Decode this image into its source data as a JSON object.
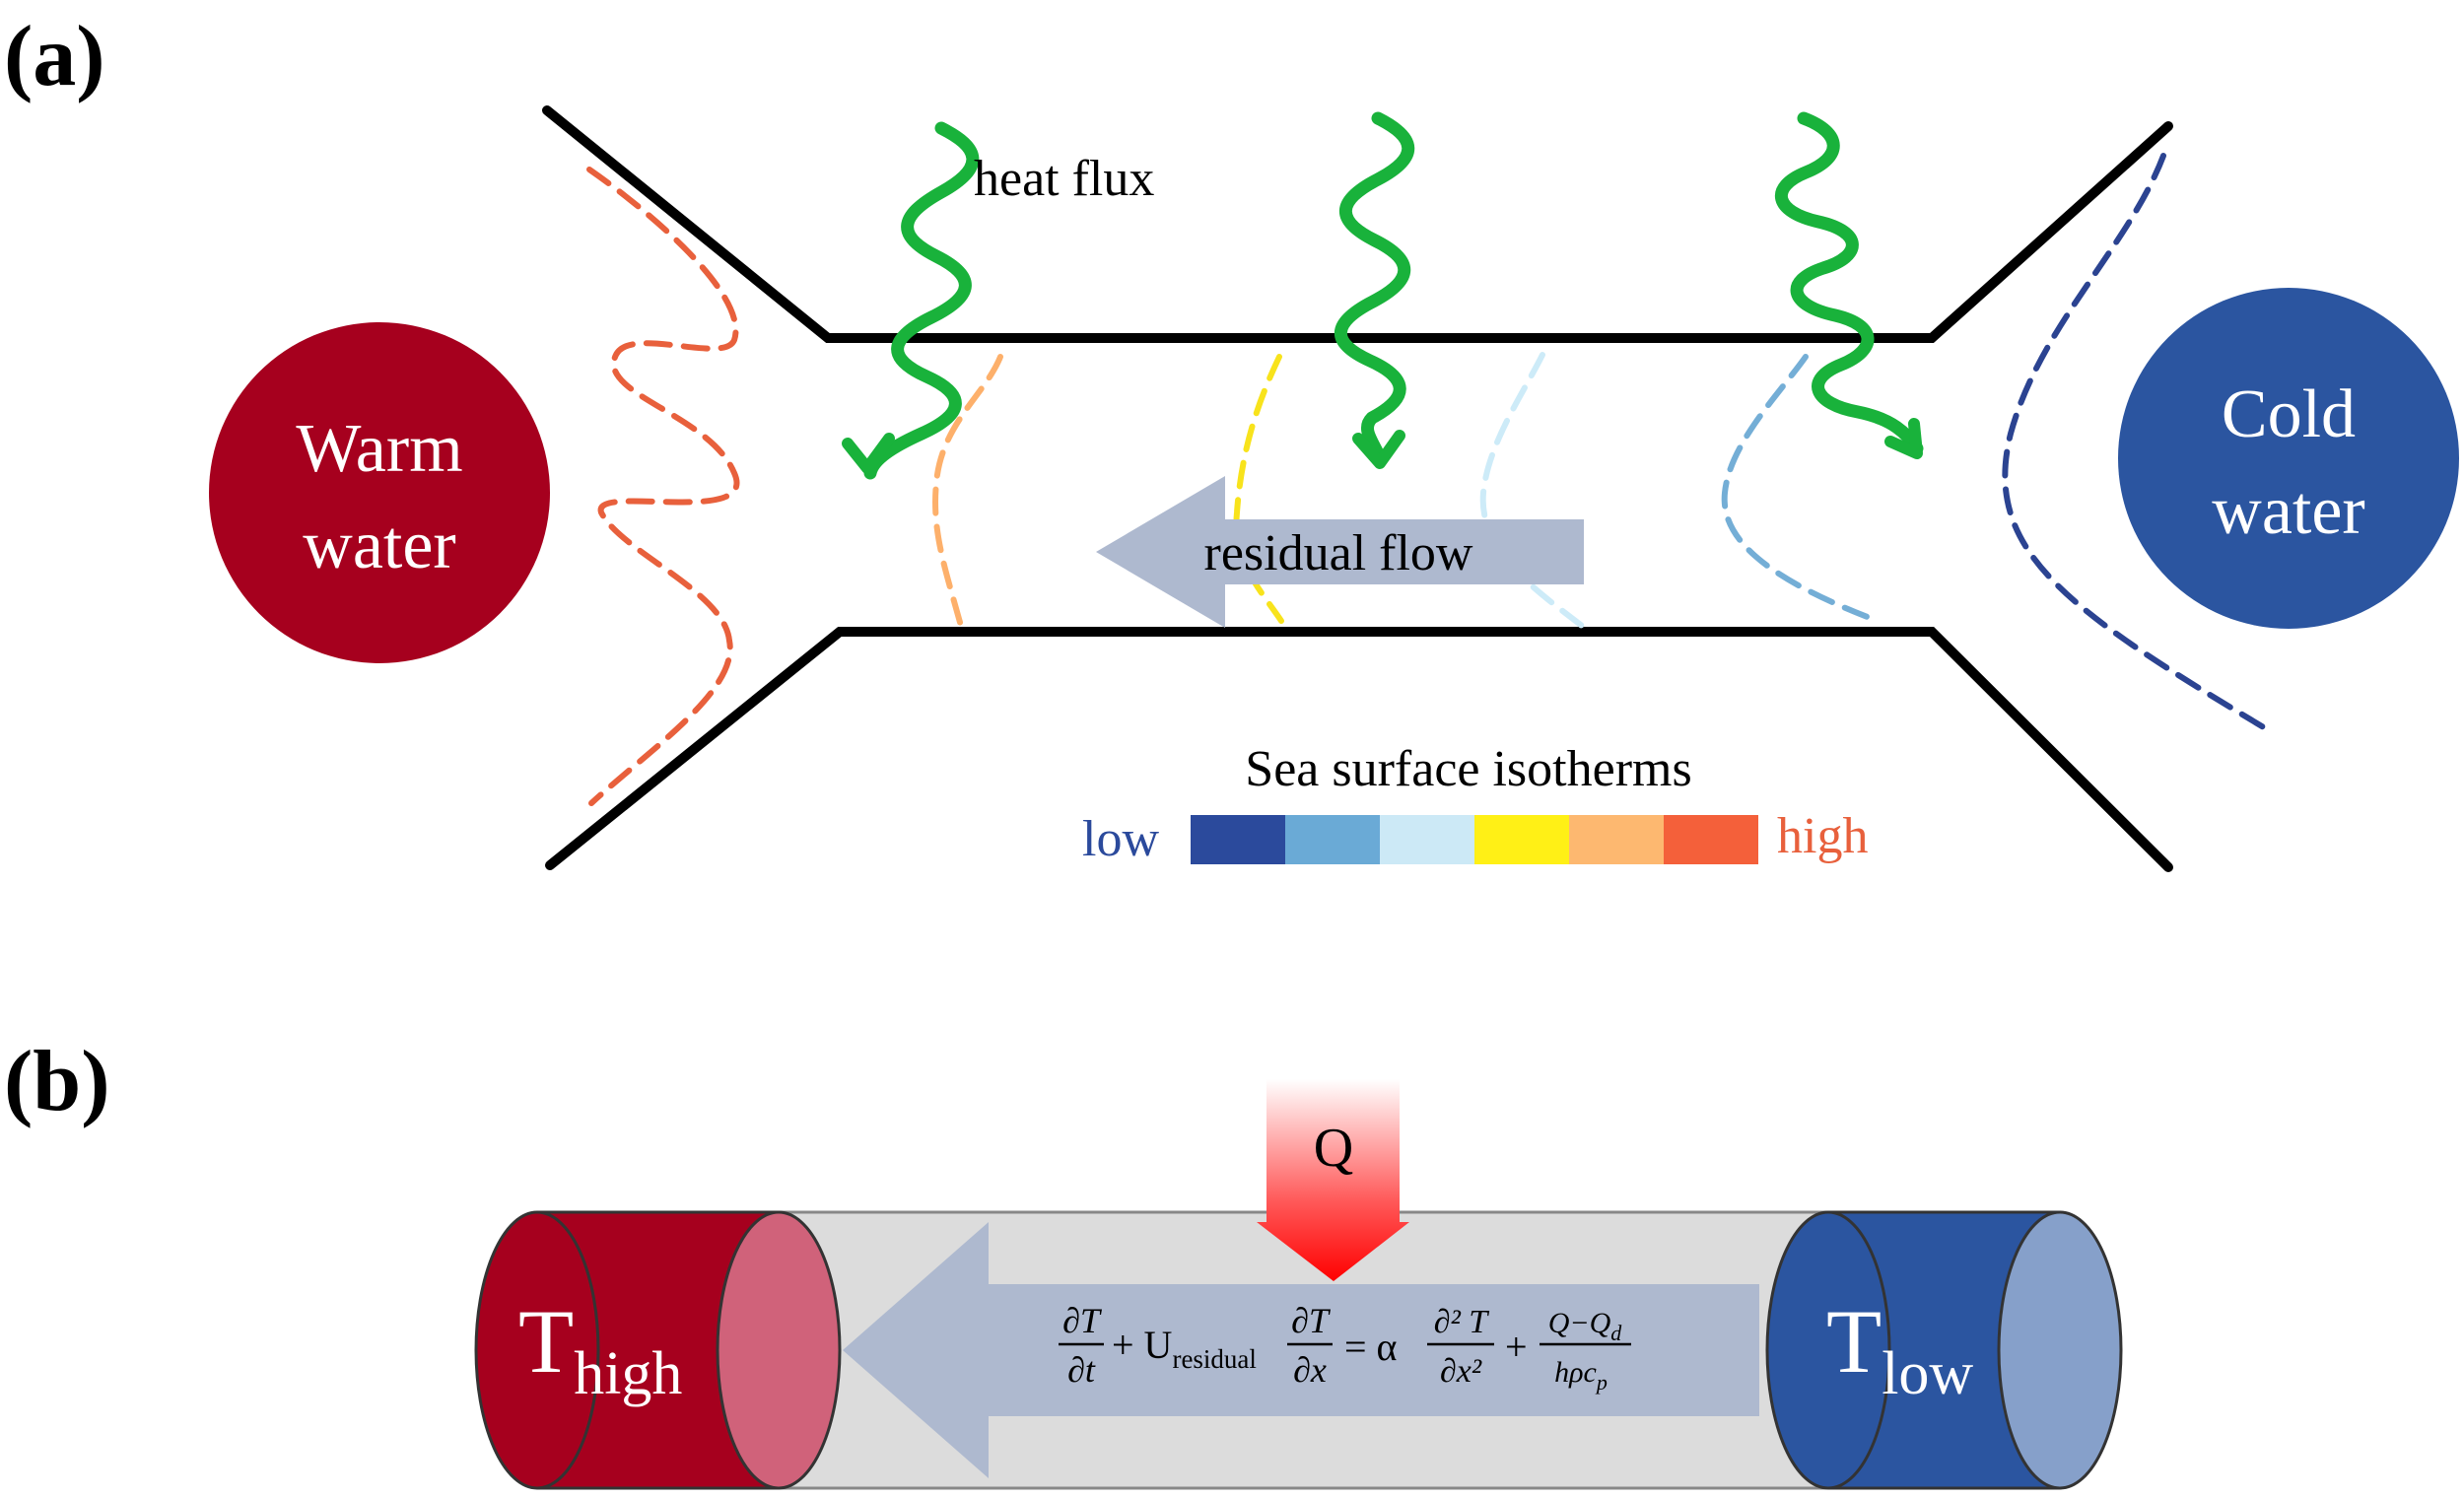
{
  "panel_a": {
    "label": "(a)",
    "warm_label_1": "Warm",
    "warm_label_2": "water",
    "cold_label_1": "Cold",
    "cold_label_2": "water",
    "heat_flux_label": "heat flux",
    "residual_flow_label": "residual flow",
    "isotherms_title": "Sea surface isotherms",
    "scale_low": "low",
    "scale_high": "high",
    "scale_colors": [
      "#2b4a9c",
      "#6aaad6",
      "#cce9f6",
      "#fff016",
      "#fdb870",
      "#f4603a"
    ],
    "isotherm_colors": [
      "#e8603c",
      "#fdb06b",
      "#f8e31c",
      "#cdebf8",
      "#74aed6",
      "#2b4391"
    ],
    "warm_color": "#a6001e",
    "cold_color": "#2b55a0",
    "flux_color": "#19b23b"
  },
  "panel_b": {
    "label": "(b)",
    "q_label": "Q",
    "t_high_main": "T",
    "t_high_sub": "high",
    "t_low_main": "T",
    "t_low_sub": "low",
    "eq_dt_num": "∂T",
    "eq_dt_den": "∂t",
    "eq_plus_u": "+ U",
    "eq_residual_sub": "residual",
    "eq_dx_num": "∂T",
    "eq_dx_den": "∂x",
    "eq_equals_alpha": "= α",
    "eq_d2_num": "∂² T",
    "eq_d2_den": "∂x²",
    "eq_plus": "+",
    "eq_q_num": "Q−Q",
    "eq_q_num_sub": "d",
    "eq_q_den": "hρc",
    "eq_q_den_sub": "p"
  }
}
